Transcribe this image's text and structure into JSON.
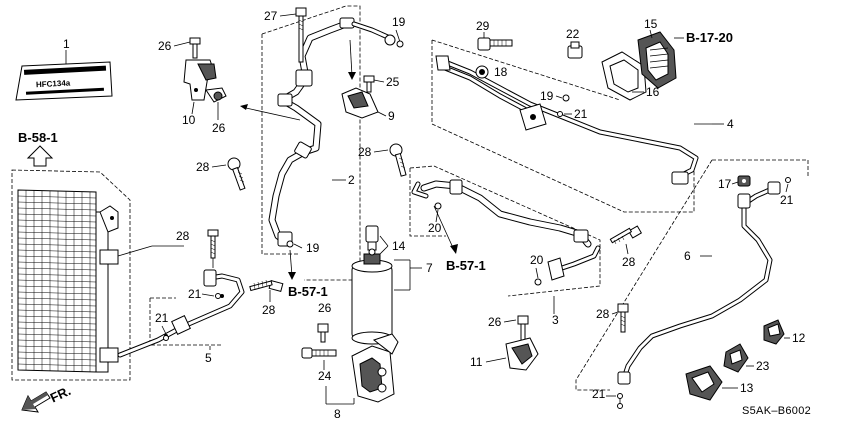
{
  "diagram_code": "S5AK–B6002",
  "label_plate": {
    "line1": "HFC134a"
  },
  "refs": {
    "b58": "B-58-1",
    "b17": "B-17-20",
    "b57a": "B-57-1",
    "b57b": "B-57-1",
    "fr": "FR."
  },
  "callouts": {
    "c1": "1",
    "c2": "2",
    "c3": "3",
    "c4": "4",
    "c5": "5",
    "c6": "6",
    "c7": "7",
    "c8": "8",
    "c9": "9",
    "c10": "10",
    "c11": "11",
    "c12": "12",
    "c13": "13",
    "c14": "14",
    "c15": "15",
    "c16": "16",
    "c17": "17",
    "c18": "18",
    "c19a": "19",
    "c19b": "19",
    "c19c": "19",
    "c20a": "20",
    "c20b": "20",
    "c21a": "21",
    "c21b": "21",
    "c21c": "21",
    "c21d": "21",
    "c21e": "21",
    "c22": "22",
    "c23": "23",
    "c24": "24",
    "c25": "25",
    "c26a": "26",
    "c26b": "26",
    "c26c": "26",
    "c26d": "26",
    "c27": "27",
    "c28a": "28",
    "c28b": "28",
    "c28c": "28",
    "c28d": "28",
    "c28e": "28",
    "c28f": "28",
    "c29": "29"
  }
}
